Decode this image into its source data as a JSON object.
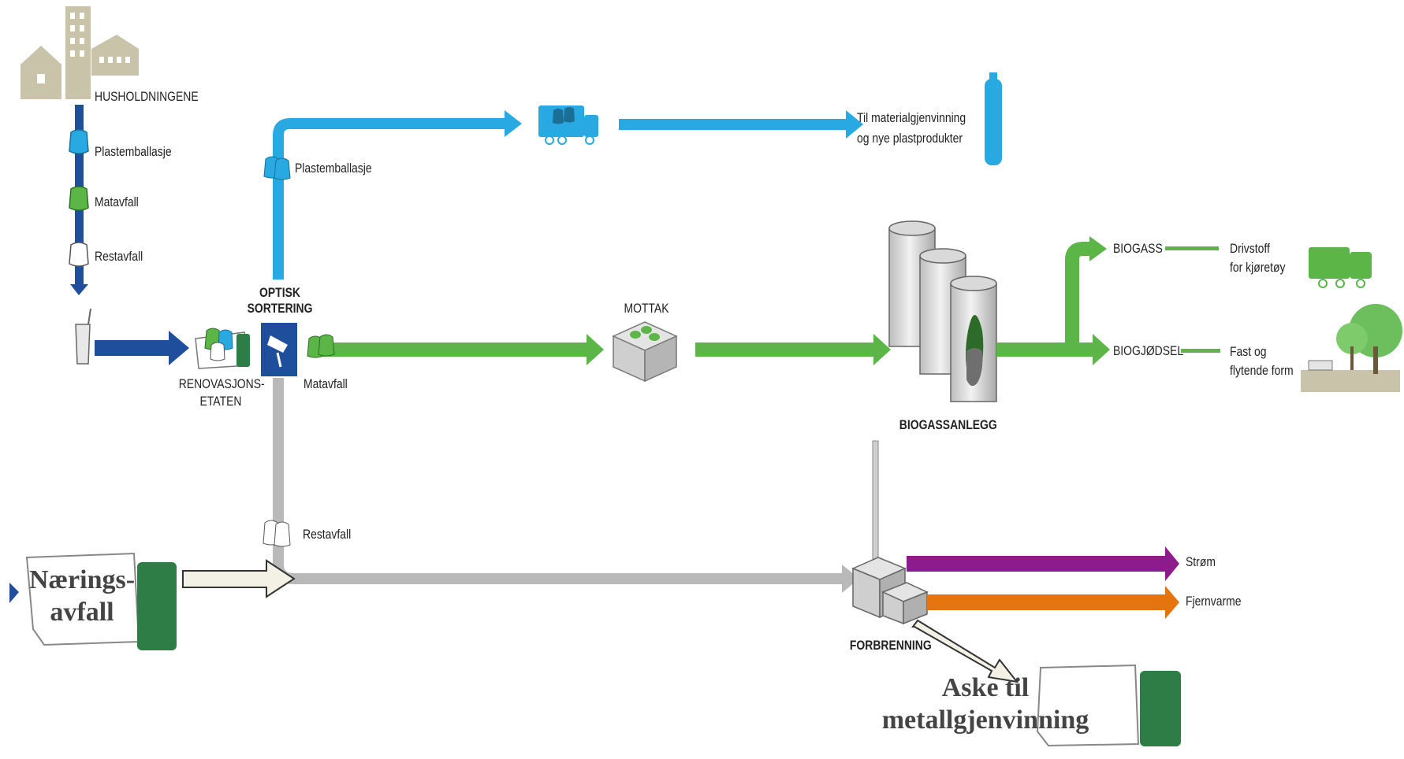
{
  "colors": {
    "plastic": "#29a9e1",
    "food": "#5bb547",
    "residual": "#b9b9b9",
    "household": "#1f4e9c",
    "power": "#8e1b8b",
    "heat": "#e5740f",
    "truck_green": "#2e7d46",
    "beige": "#c9c3aa"
  },
  "labels": {
    "households": "HUSHOLDNINGENE",
    "legend_plastic": "Plastemballasje",
    "legend_food": "Matavfall",
    "legend_residual": "Restavfall",
    "renovation_1": "RENOVASJONS-",
    "renovation_2": "ETATEN",
    "optical_1": "OPTISK",
    "optical_2": "SORTERING",
    "plastic_branch": "Plastemballasje",
    "food_branch": "Matavfall",
    "residual_branch": "Restavfall",
    "recycling_1": "Til materialgjenvinning",
    "recycling_2": "og nye plastprodukter",
    "reception": "MOTTAK",
    "biogas_plant": "BIOGASSANLEGG",
    "biogas": "BIOGASS",
    "biofertilizer": "BIOGJØDSEL",
    "fuel_1": "Drivstoff",
    "fuel_2": "for kjøretøy",
    "fert_1": "Fast og",
    "fert_2": "flytende form",
    "incineration": "FORBRENNING",
    "power": "Strøm",
    "district_heating": "Fjernvarme",
    "business_1": "Nærings-",
    "business_2": "avfall",
    "ash_1": "Aske til",
    "ash_2": "metallgjenvinning"
  },
  "icons": [
    "houses-icon",
    "waste-bin-icon",
    "garbage-truck-icon",
    "optical-sensor-icon",
    "plastic-bags-icon",
    "food-bags-icon",
    "residual-bags-icon",
    "reception-container-icon",
    "biogas-tanks-icon",
    "plastic-bottle-icon",
    "incineration-plant-icon",
    "landscape-icon"
  ]
}
